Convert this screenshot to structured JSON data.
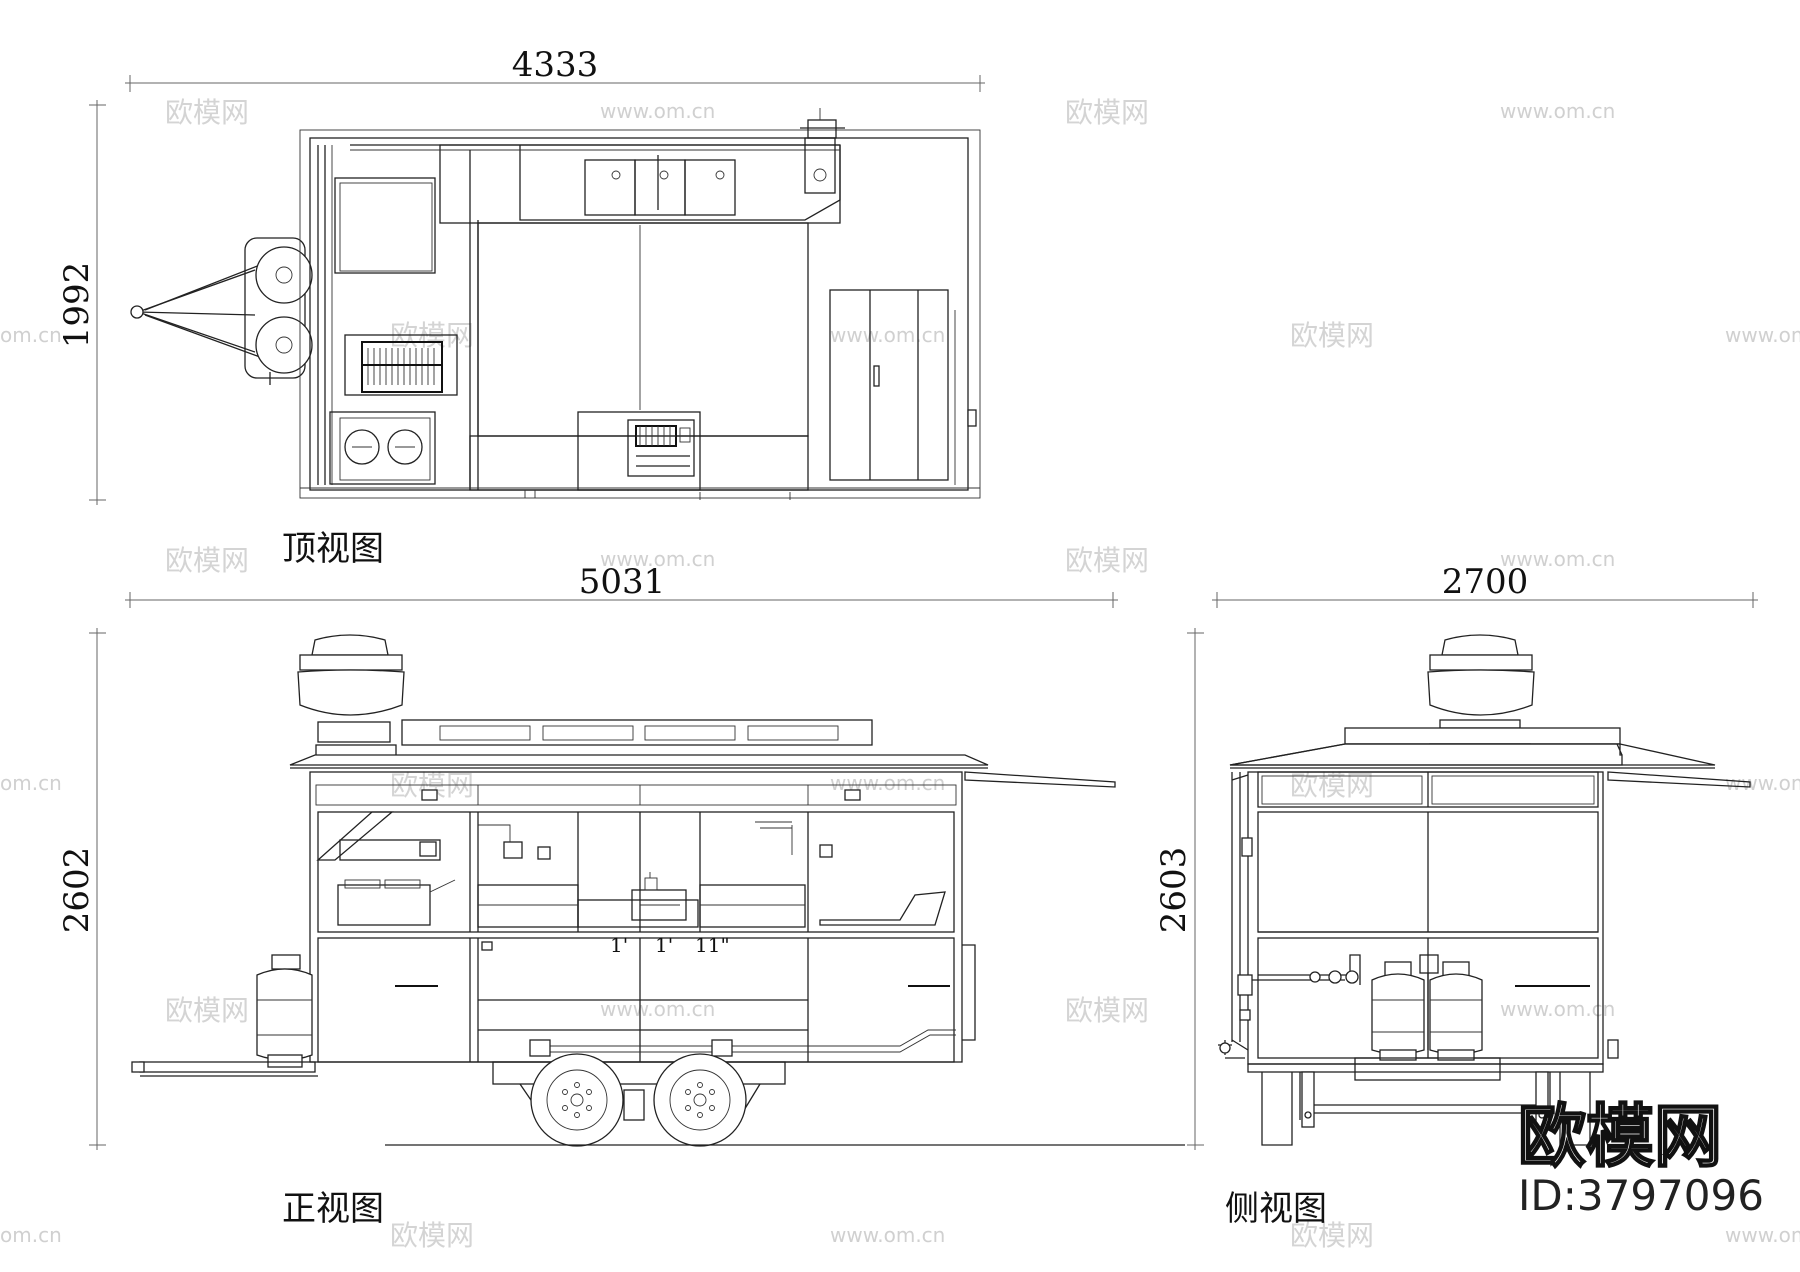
{
  "dimensions": {
    "top_length": "4333",
    "top_width": "1992",
    "front_length": "5031",
    "front_height": "2602",
    "side_width": "2700",
    "side_height": "2603"
  },
  "views": {
    "top": "顶视图",
    "front": "正视图",
    "side": "侧视图"
  },
  "front_labels": [
    "1'",
    "1'",
    "11\""
  ],
  "watermark": {
    "cn": "欧模网",
    "url": "www.om.cn",
    "url_short": "om.cn",
    "logo": "欧模网",
    "id": "ID:3797096"
  }
}
